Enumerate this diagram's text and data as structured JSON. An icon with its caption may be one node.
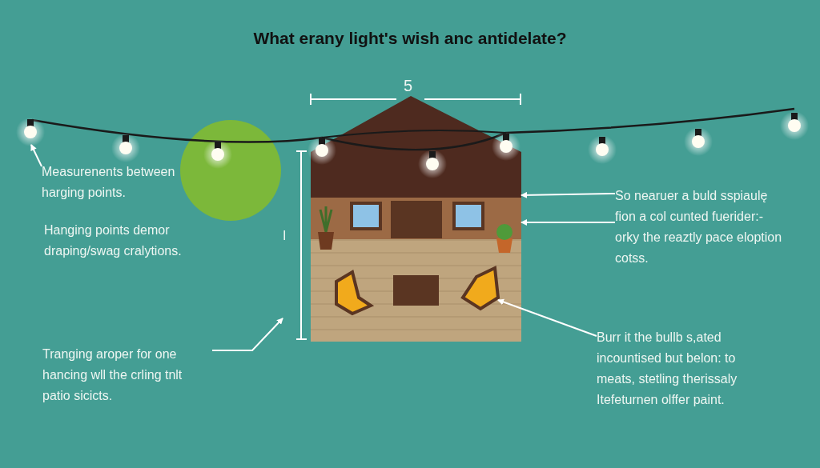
{
  "diagram": {
    "title": "What erany light's wish anc antidelate?",
    "nodes": [
      {
        "text": [
          "Measurenents between harging points."
        ]
      },
      {
        "text": [
          "Tranging aroper for one hancing wll the crling tnlt patio sicicts."
        ]
      },
      {
        "text": [
          "So nearuer a buld sspiaulę fion a col cunted fuerider:-orky the reaztly pace eloption cotss."
        ]
      },
      {
        "text": [
          "Burr it the bullb s,ated incountised but belon: to meats, stetling therissaly Itefeturnen olffer paint."
        ]
      },
      {
        "text": [],
        "shape": "picture"
      }
    ],
    "edges": [
      {
        "from": 0,
        "to": null,
        "arrow": "to"
      },
      {
        "from": 1,
        "to": null,
        "arrow": "to"
      },
      {
        "from": 2,
        "to": 4,
        "arrow": "to"
      },
      {
        "from": 2,
        "to": 4,
        "arrow": "to"
      },
      {
        "from": 3,
        "to": 4,
        "arrow": "to"
      }
    ],
    "labels": [
      "5",
      "Hanging points demor draping/swag cralytions.",
      "I"
    ]
  }
}
